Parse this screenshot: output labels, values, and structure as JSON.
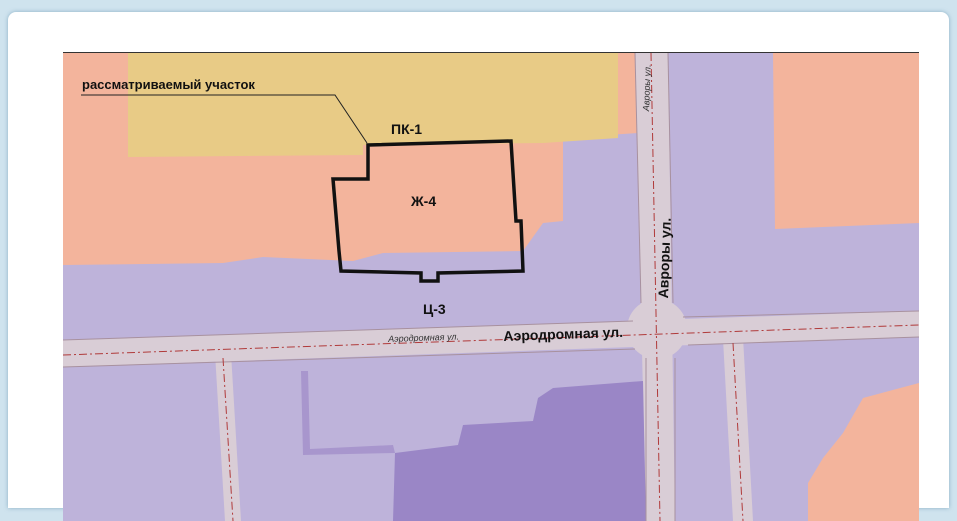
{
  "map": {
    "callout_label": "рассматриваемый участок",
    "zones": {
      "pk1": "ПК-1",
      "zh4": "Ж-4",
      "ts3": "Ц-3"
    },
    "streets": {
      "aerodromnaya_bold": "Аэродромная ул.",
      "aerodromnaya_small": "Аэродромная ул.",
      "avrory_bold": "Авроры ул.",
      "avrory_small": "Авроры ул."
    },
    "colors": {
      "residential_zone": "#f3b49c",
      "industrial_zone": "#e8cb86",
      "center_zone": "#beb3da",
      "building": "#9a86c6",
      "road": "#d9cdd6",
      "red_line": "#b03a3a",
      "parcel_outline": "#111111"
    }
  }
}
